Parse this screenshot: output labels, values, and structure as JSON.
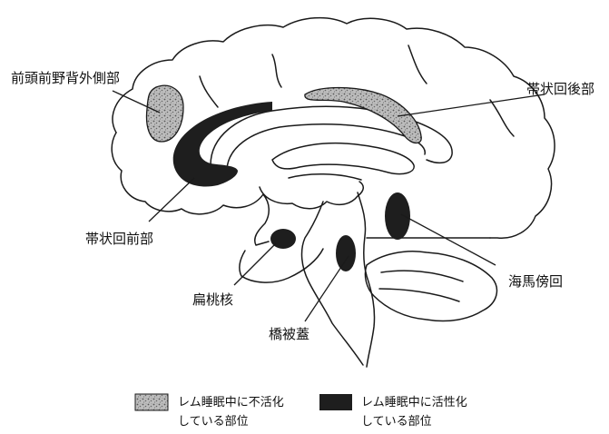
{
  "labels": {
    "dlpfc": "前頭前野背外側部",
    "posterior_cingulate": "帯状回後部",
    "anterior_cingulate": "帯状回前部",
    "parahippocampal": "海馬傍回",
    "amygdala": "扁桃核",
    "pontine_tegmentum": "橋被蓋"
  },
  "legend": {
    "inactive": {
      "line1": "レム睡眠中に不活化",
      "line2": "している部位"
    },
    "active": {
      "line1": "レム睡眠中に活性化",
      "line2": "している部位"
    }
  },
  "colors": {
    "active_fill": "#1e1e1e",
    "inactive_fill": "#a8a8a8",
    "outline": "#1a1a1a"
  }
}
